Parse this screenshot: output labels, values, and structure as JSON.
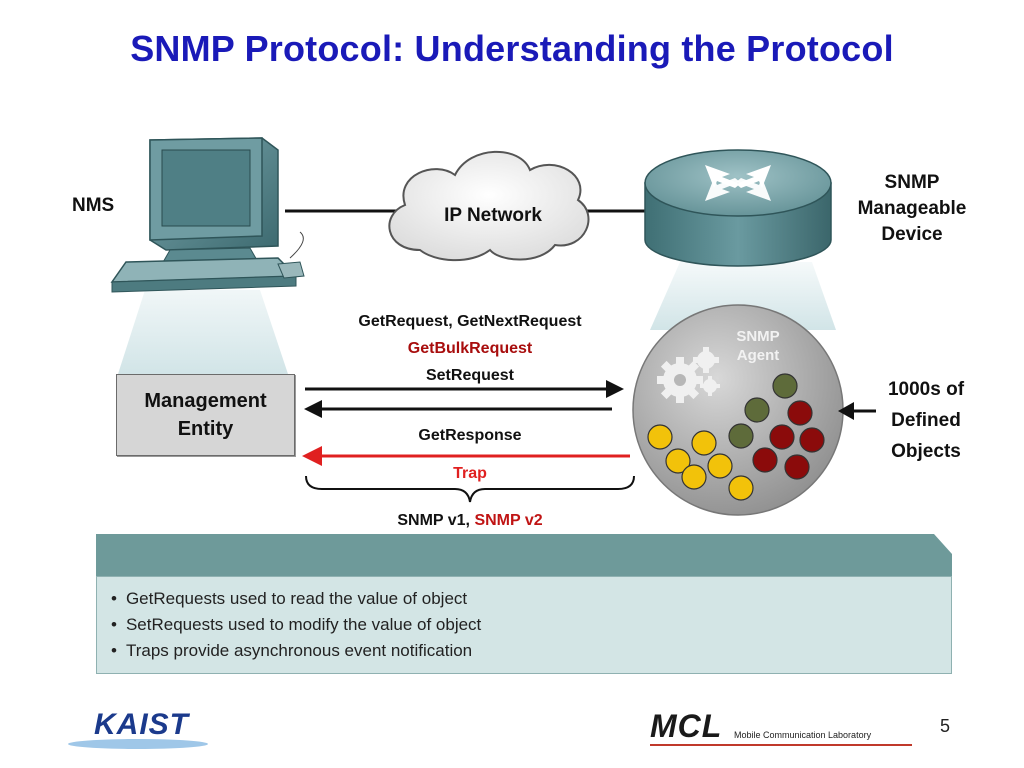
{
  "title": "SNMP Protocol: Understanding the Protocol",
  "diagram": {
    "nms_label": "NMS",
    "cloud_label": "IP Network",
    "device_label": [
      "SNMP",
      "Manageable",
      "Device"
    ],
    "management_entity": [
      "Management",
      "Entity"
    ],
    "agent_label": [
      "SNMP",
      "Agent"
    ],
    "objects_label": [
      "1000s of",
      "Defined",
      "Objects"
    ],
    "messages": {
      "get_requests": "GetRequest, GetNextRequest",
      "get_bulk": "GetBulkRequest",
      "set_request": "SetRequest",
      "get_response": "GetResponse",
      "trap": "Trap"
    },
    "versions": {
      "v1": "SNMP v1,",
      "v2": "SNMP v2"
    },
    "colors": {
      "title": "#1a1ab8",
      "bulk": "#a80d0d",
      "trap": "#e02020",
      "object_yellow": "#f2c20a",
      "object_olive": "#5e6b3a",
      "object_red": "#8b0b0b"
    }
  },
  "notes": [
    "GetRequests used to read the value of object",
    "SetRequests used to modify the value of object",
    "Traps provide asynchronous event notification"
  ],
  "footer": {
    "page_number": "5",
    "kaist_logo": "KAIST",
    "mcl_logo": "MCL",
    "mcl_caption": "Mobile Communication Laboratory"
  }
}
